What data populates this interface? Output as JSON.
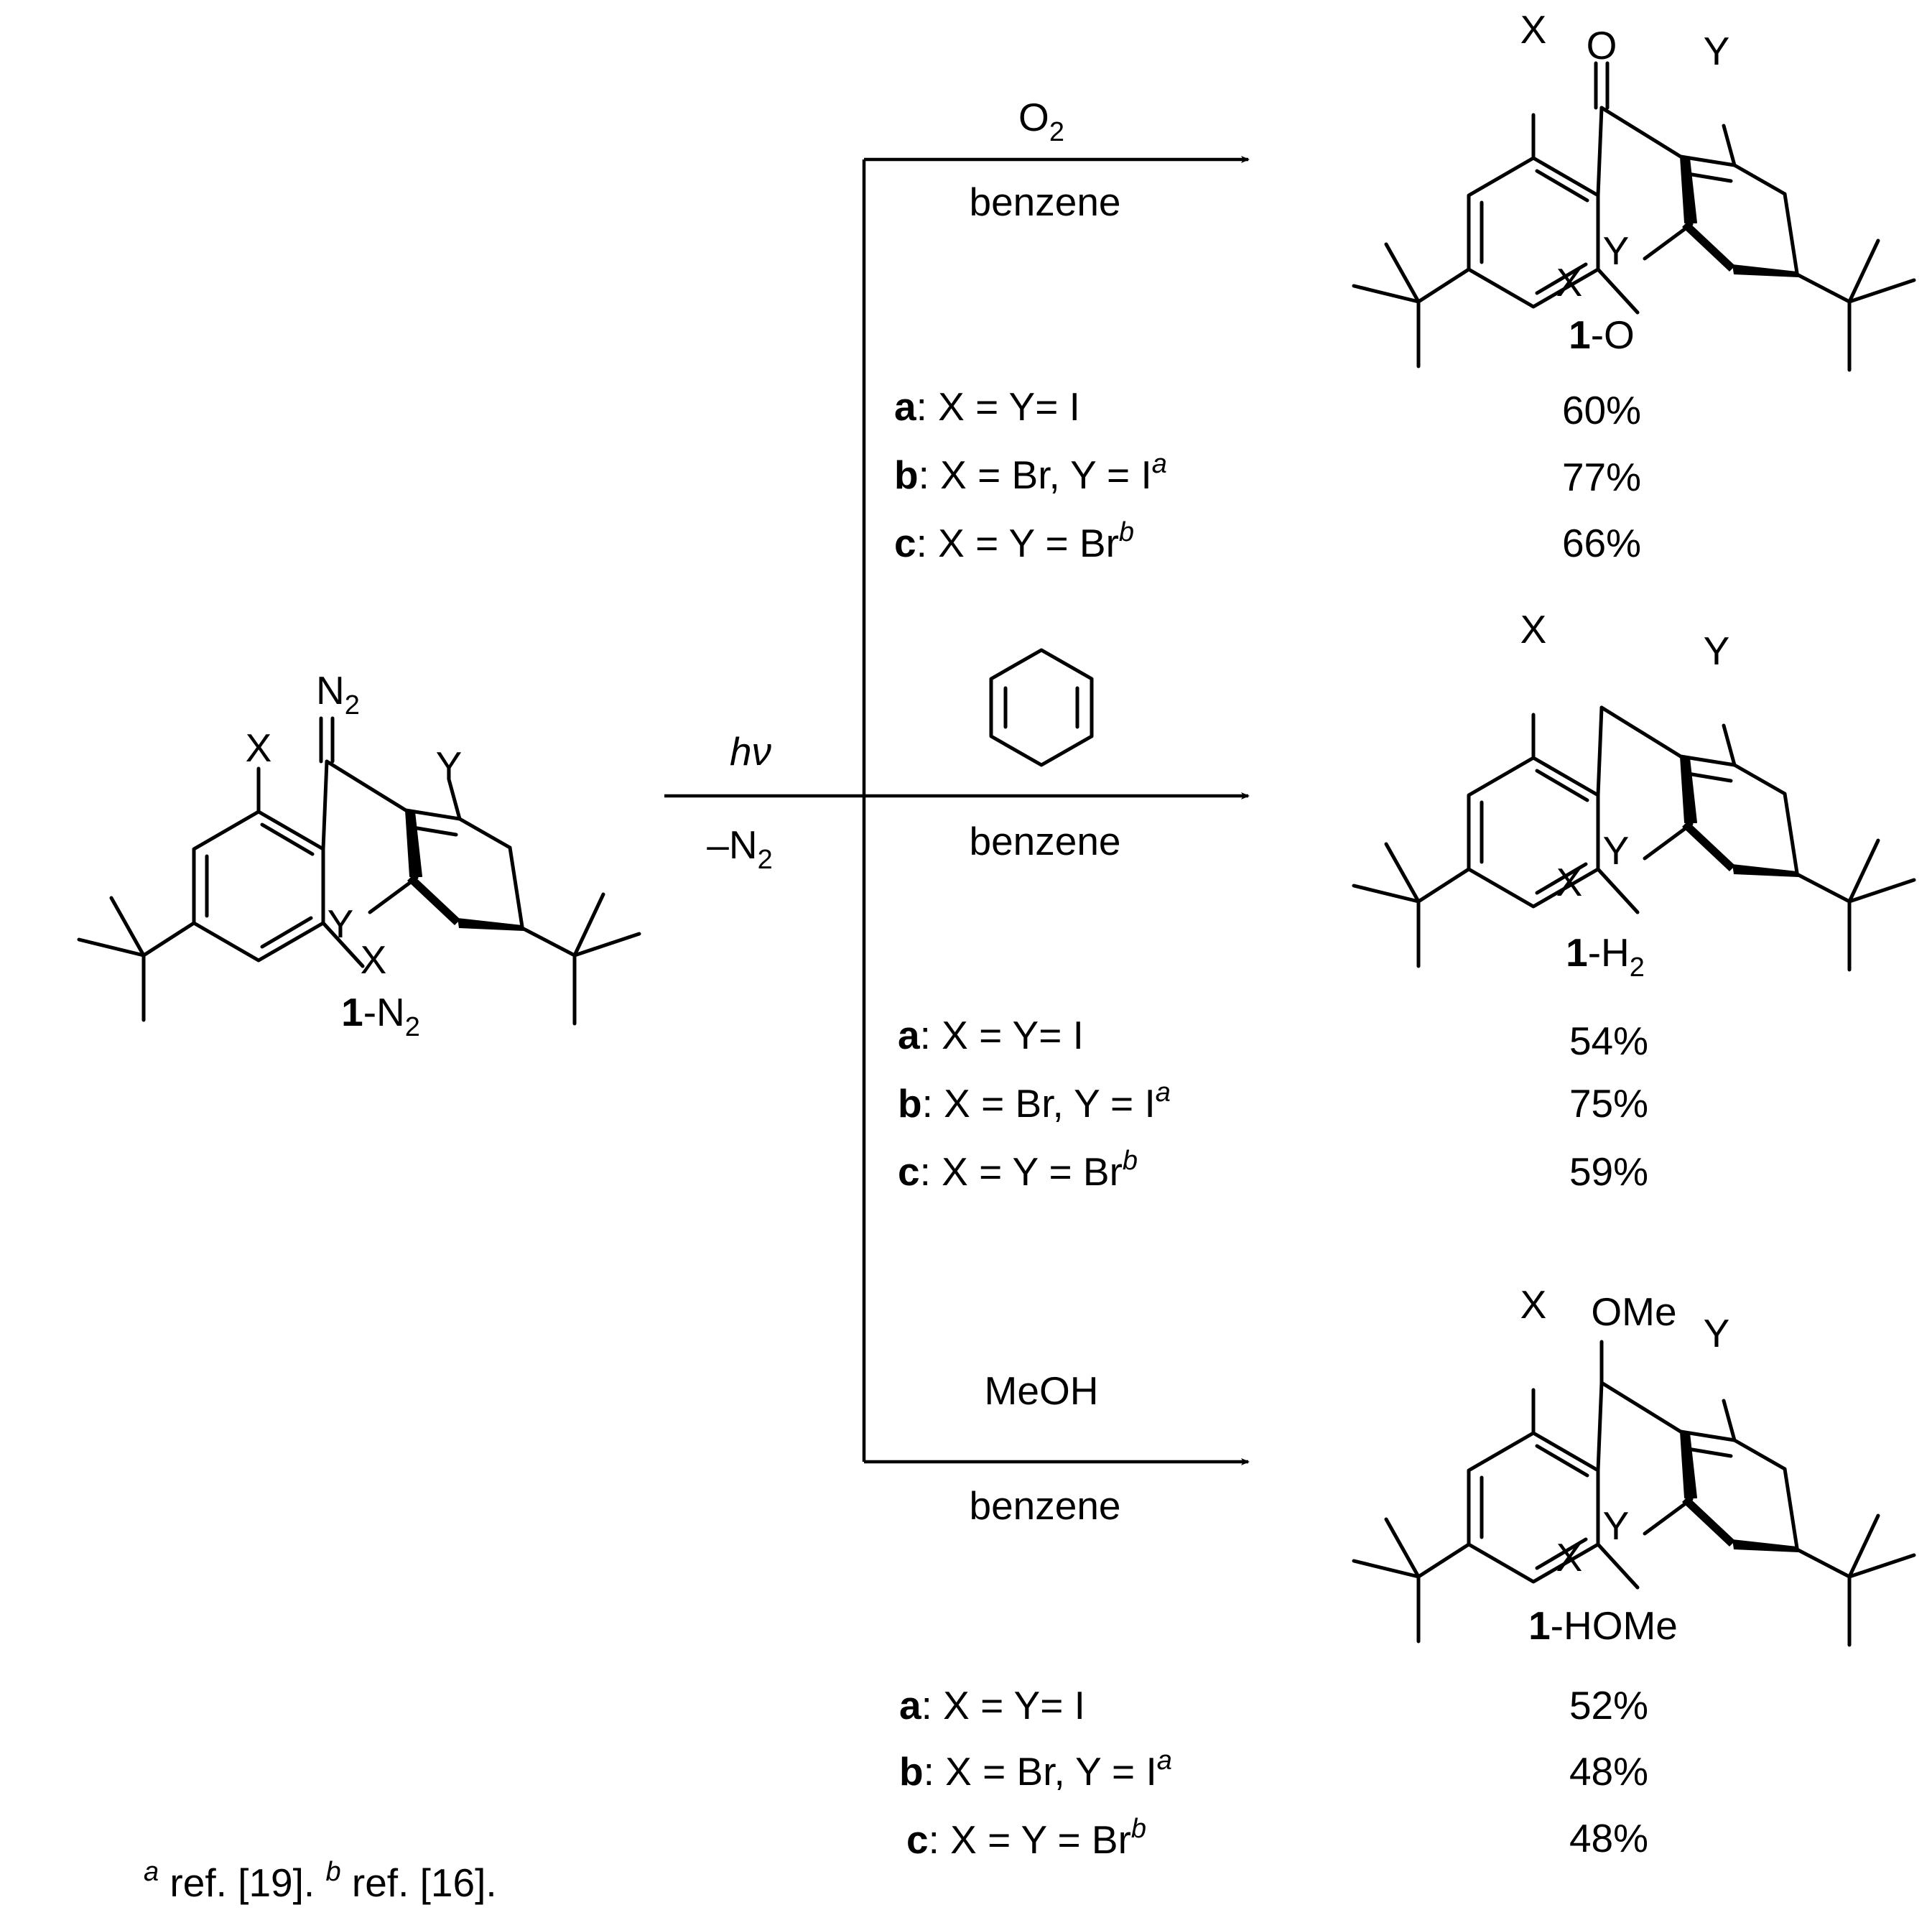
{
  "atoms": {
    "x": "X",
    "y": "Y",
    "n": "N",
    "n2_sub": "2",
    "o": "O",
    "ome": "OMe"
  },
  "start": {
    "num": "1",
    "suffix": "-N",
    "sub": "2"
  },
  "photolysis": {
    "hv": "hν",
    "minus_n2": "–N",
    "minus_n2_sub": "2"
  },
  "products": [
    {
      "reagent": "O",
      "reagent_sub": "2",
      "solvent": "benzene",
      "compound_num": "1",
      "compound_suffix": "-O",
      "compound_sub": "",
      "entries": [
        {
          "key": "a",
          "text": ": X = Y= I",
          "sup": "",
          "yield": "60%"
        },
        {
          "key": "b",
          "text": ": X = Br, Y = I",
          "sup": "a",
          "yield": "77%"
        },
        {
          "key": "c",
          "text": ": X = Y = Br",
          "sup": "b",
          "yield": "66%"
        }
      ]
    },
    {
      "reagent": "",
      "reagent_sub": "",
      "solvent": "benzene",
      "compound_num": "1",
      "compound_suffix": "-H",
      "compound_sub": "2",
      "entries": [
        {
          "key": "a",
          "text": ": X = Y= I",
          "sup": "",
          "yield": "54%"
        },
        {
          "key": "b",
          "text": ": X = Br, Y = I",
          "sup": "a",
          "yield": "75%"
        },
        {
          "key": "c",
          "text": ": X = Y = Br",
          "sup": "b",
          "yield": "59%"
        }
      ]
    },
    {
      "reagent": "MeOH",
      "reagent_sub": "",
      "solvent": "benzene",
      "compound_num": "1",
      "compound_suffix": "-HOMe",
      "compound_sub": "",
      "entries": [
        {
          "key": "a",
          "text": ": X = Y= I",
          "sup": "",
          "yield": "52%"
        },
        {
          "key": "b",
          "text": ": X = Br, Y = I",
          "sup": "a",
          "yield": "48%"
        },
        {
          "key": "c",
          "text": ": X = Y = Br",
          "sup": "b",
          "yield": "48%"
        }
      ]
    }
  ],
  "footnote": {
    "sup_a": "a",
    "text_a": " ref. [19]. ",
    "sup_b": "b",
    "text_b": " ref. [16]."
  }
}
